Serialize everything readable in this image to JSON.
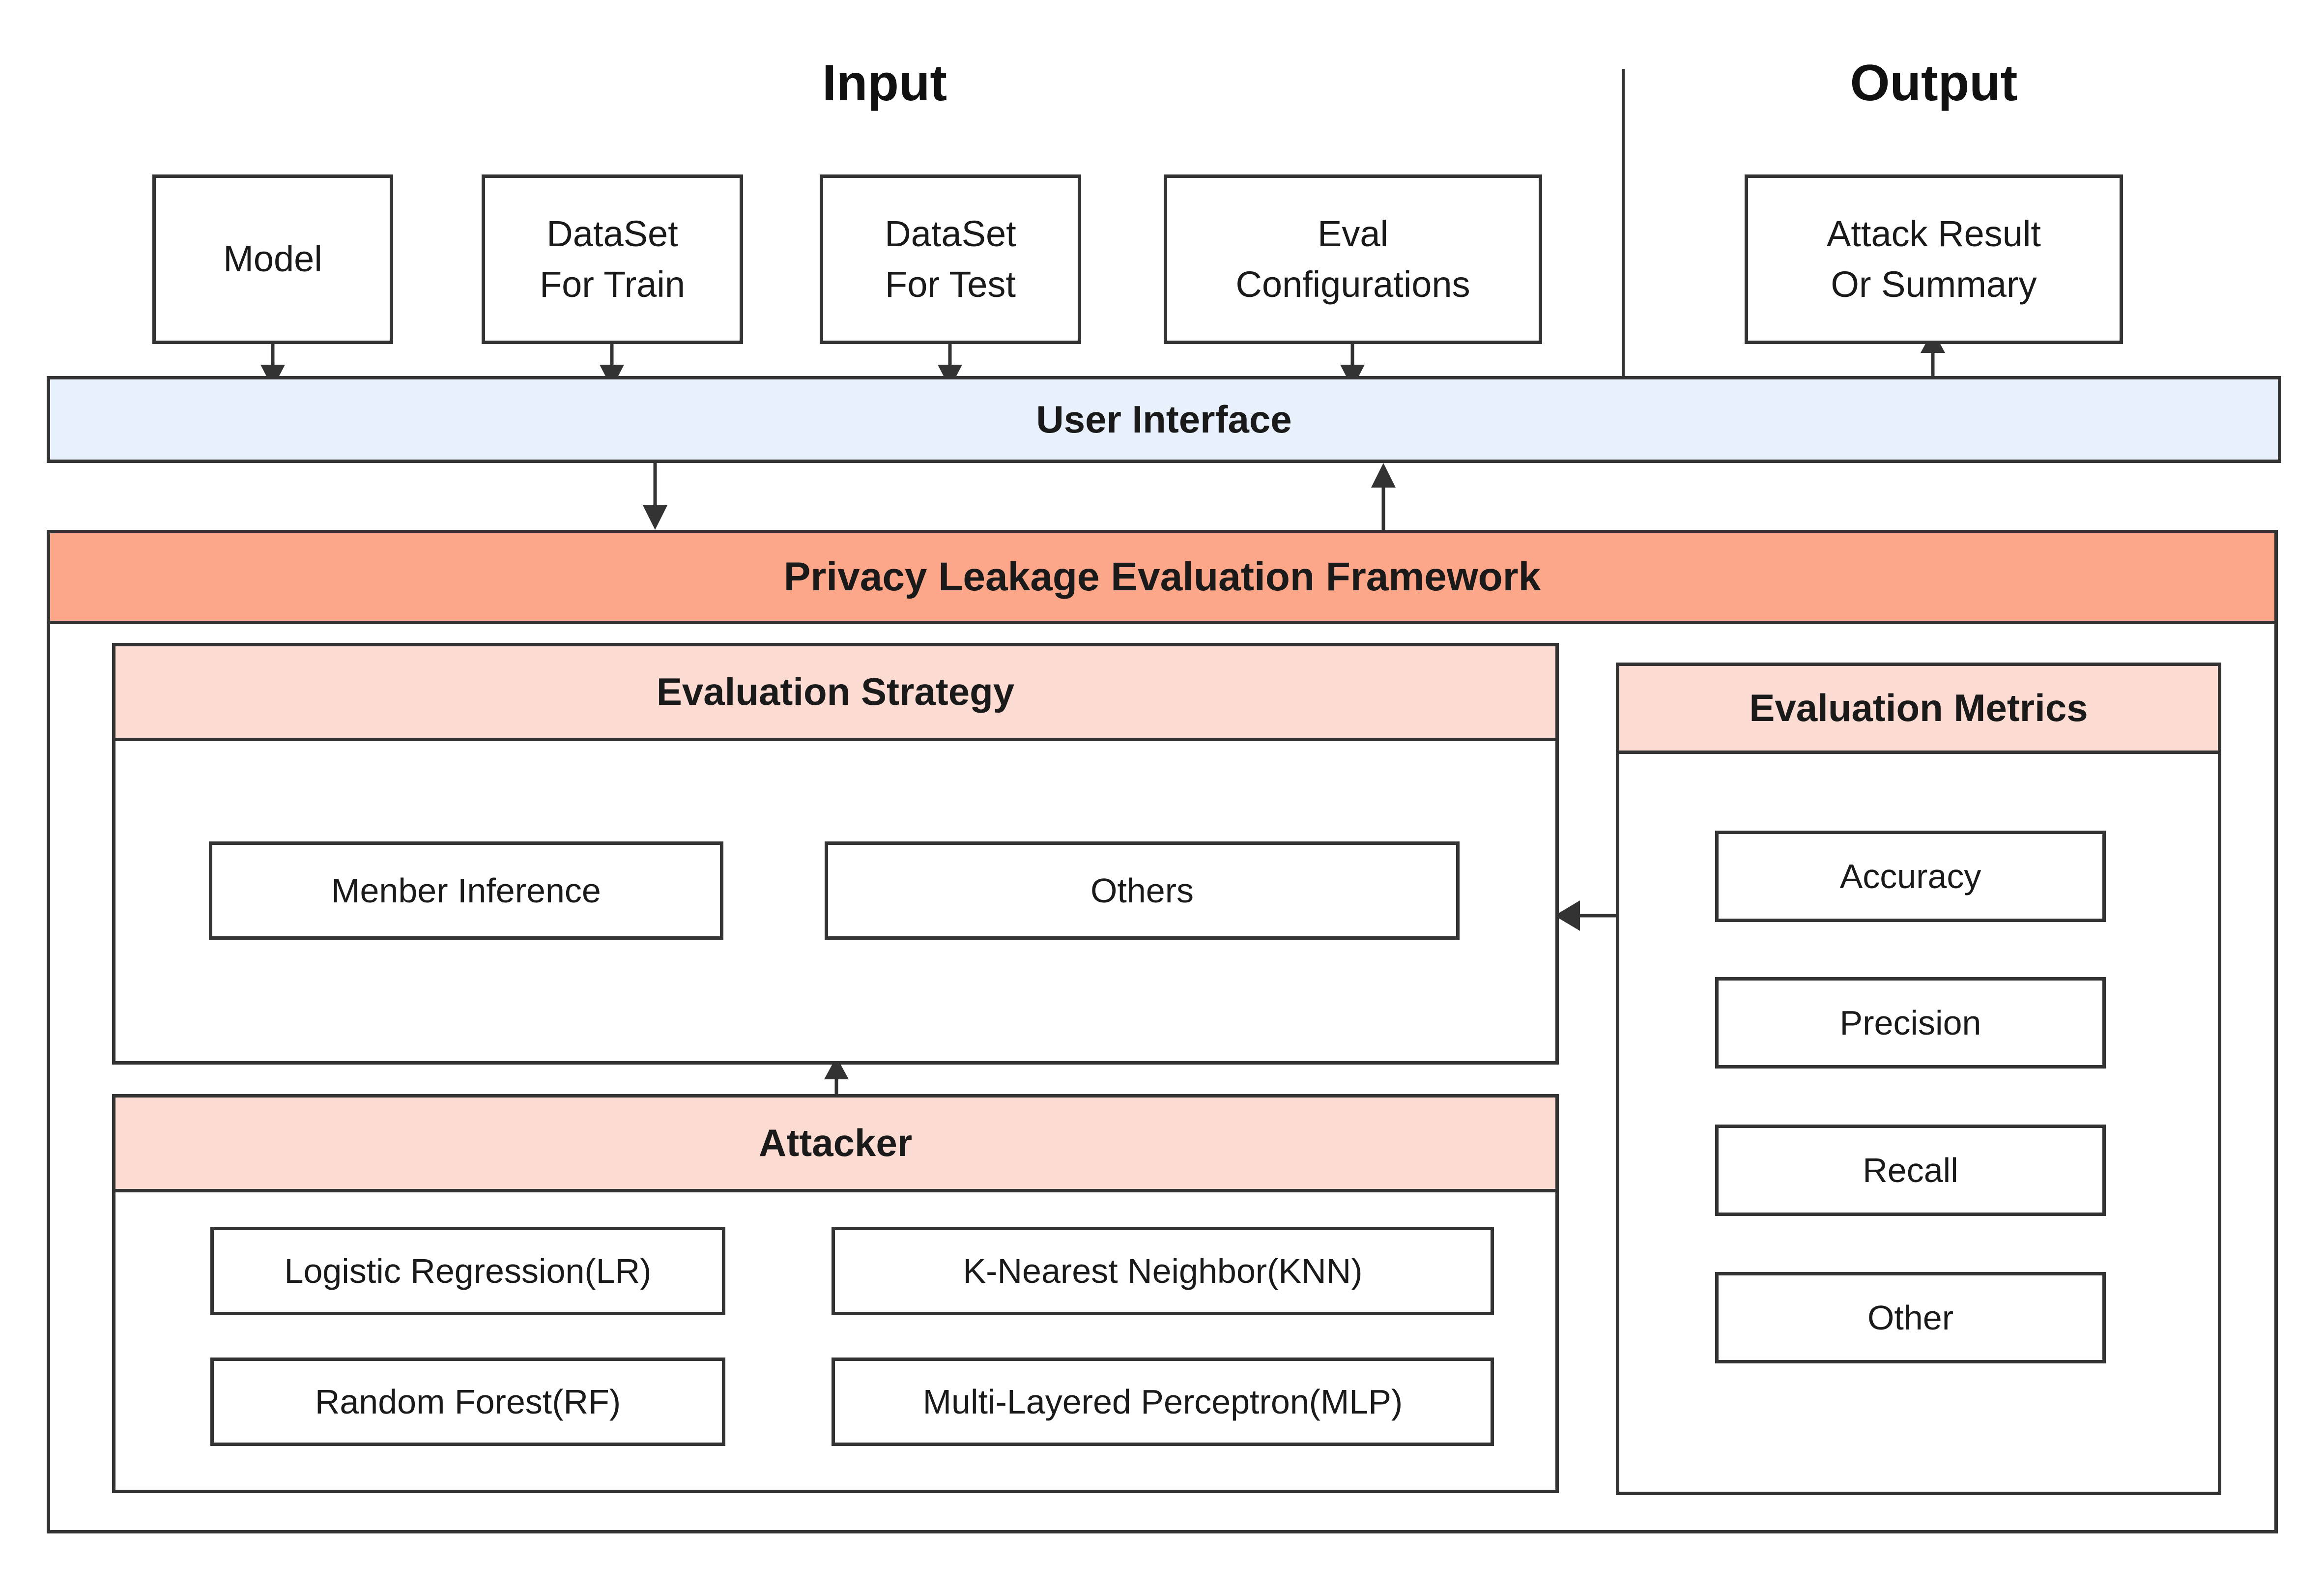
{
  "titles": {
    "input": "Input",
    "output": "Output"
  },
  "colors": {
    "ui_band": "#E7F0FB",
    "framework_band": "#FCA78A",
    "sub_band": "#FCDCD2",
    "stroke": "#333333",
    "text": "#1A1A1A",
    "page_background": "#FFFFFF"
  },
  "input_boxes": [
    {
      "id": "model",
      "lines": [
        "Model"
      ]
    },
    {
      "id": "dataset-train",
      "lines": [
        "DataSet",
        "For Train"
      ]
    },
    {
      "id": "dataset-test",
      "lines": [
        "DataSet",
        "For Test"
      ]
    },
    {
      "id": "eval-configurations",
      "lines": [
        "Eval",
        "Configurations"
      ]
    }
  ],
  "output_boxes": [
    {
      "id": "attack-result",
      "lines": [
        "Attack Result",
        "Or Summary"
      ]
    }
  ],
  "user_interface": {
    "label": "User Interface"
  },
  "framework": {
    "label": "Privacy Leakage Evaluation Framework"
  },
  "evaluation_strategy": {
    "label": "Evaluation Strategy",
    "items": [
      {
        "id": "menber-inference",
        "label": "Menber Inference"
      },
      {
        "id": "others",
        "label": "Others"
      }
    ]
  },
  "attacker": {
    "label": "Attacker",
    "items": [
      {
        "id": "logistic-regression",
        "label": "Logistic Regression(LR)"
      },
      {
        "id": "knn",
        "label": "K-Nearest Neighbor(KNN)"
      },
      {
        "id": "random-forest",
        "label": "Random Forest(RF)"
      },
      {
        "id": "mlp",
        "label": "Multi-Layered Perceptron(MLP)"
      }
    ]
  },
  "evaluation_metrics": {
    "label": "Evaluation Metrics",
    "items": [
      {
        "id": "accuracy",
        "label": "Accuracy"
      },
      {
        "id": "precision",
        "label": "Precision"
      },
      {
        "id": "recall",
        "label": "Recall"
      },
      {
        "id": "other",
        "label": "Other"
      }
    ]
  }
}
